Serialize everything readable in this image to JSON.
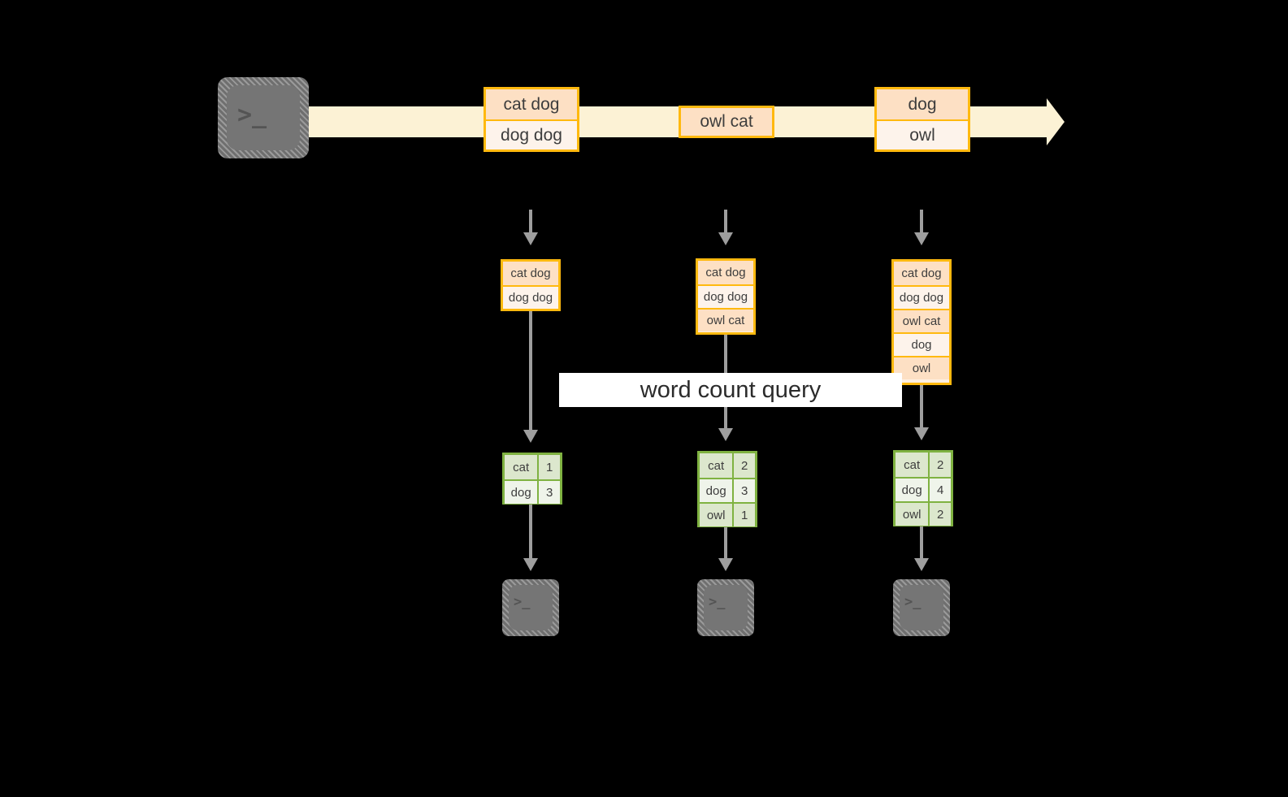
{
  "diagram": {
    "title_label": "word count query",
    "colors": {
      "background": "#000000",
      "stream_band": "#FCF2D5",
      "record_border": "#FFB90F",
      "record_fill_dark": "#FDE0C4",
      "record_fill_light": "#FDF3EB",
      "result_border": "#7FB241",
      "result_fill_dark": "#DCE7CD",
      "result_fill_light": "#EFF4EA",
      "connector": "#9E9E9E",
      "terminal_body": "#757575",
      "label_background": "#FFFFFF"
    }
  },
  "source": {
    "icon": "terminal-icon",
    "glyph": ">_"
  },
  "stream": {
    "records": [
      {
        "lines": [
          "cat dog",
          "dog dog"
        ]
      },
      {
        "lines": [
          "owl cat"
        ]
      },
      {
        "lines": [
          "dog",
          "owl"
        ]
      }
    ]
  },
  "snapshots": [
    {
      "input_rows": [
        "cat dog",
        "dog dog"
      ],
      "result_header": null,
      "result_rows": [
        {
          "word": "cat",
          "count": "1"
        },
        {
          "word": "dog",
          "count": "3"
        }
      ],
      "sink_icon": "terminal-icon",
      "sink_glyph": ">_"
    },
    {
      "input_rows": [
        "cat dog",
        "dog dog",
        "owl cat"
      ],
      "result_header": null,
      "result_rows": [
        {
          "word": "cat",
          "count": "2"
        },
        {
          "word": "dog",
          "count": "3"
        },
        {
          "word": "owl",
          "count": "1"
        }
      ],
      "sink_icon": "terminal-icon",
      "sink_glyph": ">_"
    },
    {
      "input_rows": [
        "cat dog",
        "dog dog",
        "owl cat",
        "dog",
        "owl"
      ],
      "result_header": null,
      "result_rows": [
        {
          "word": "cat",
          "count": "2"
        },
        {
          "word": "dog",
          "count": "4"
        },
        {
          "word": "owl",
          "count": "2"
        }
      ],
      "sink_icon": "terminal-icon",
      "sink_glyph": ">_"
    }
  ]
}
